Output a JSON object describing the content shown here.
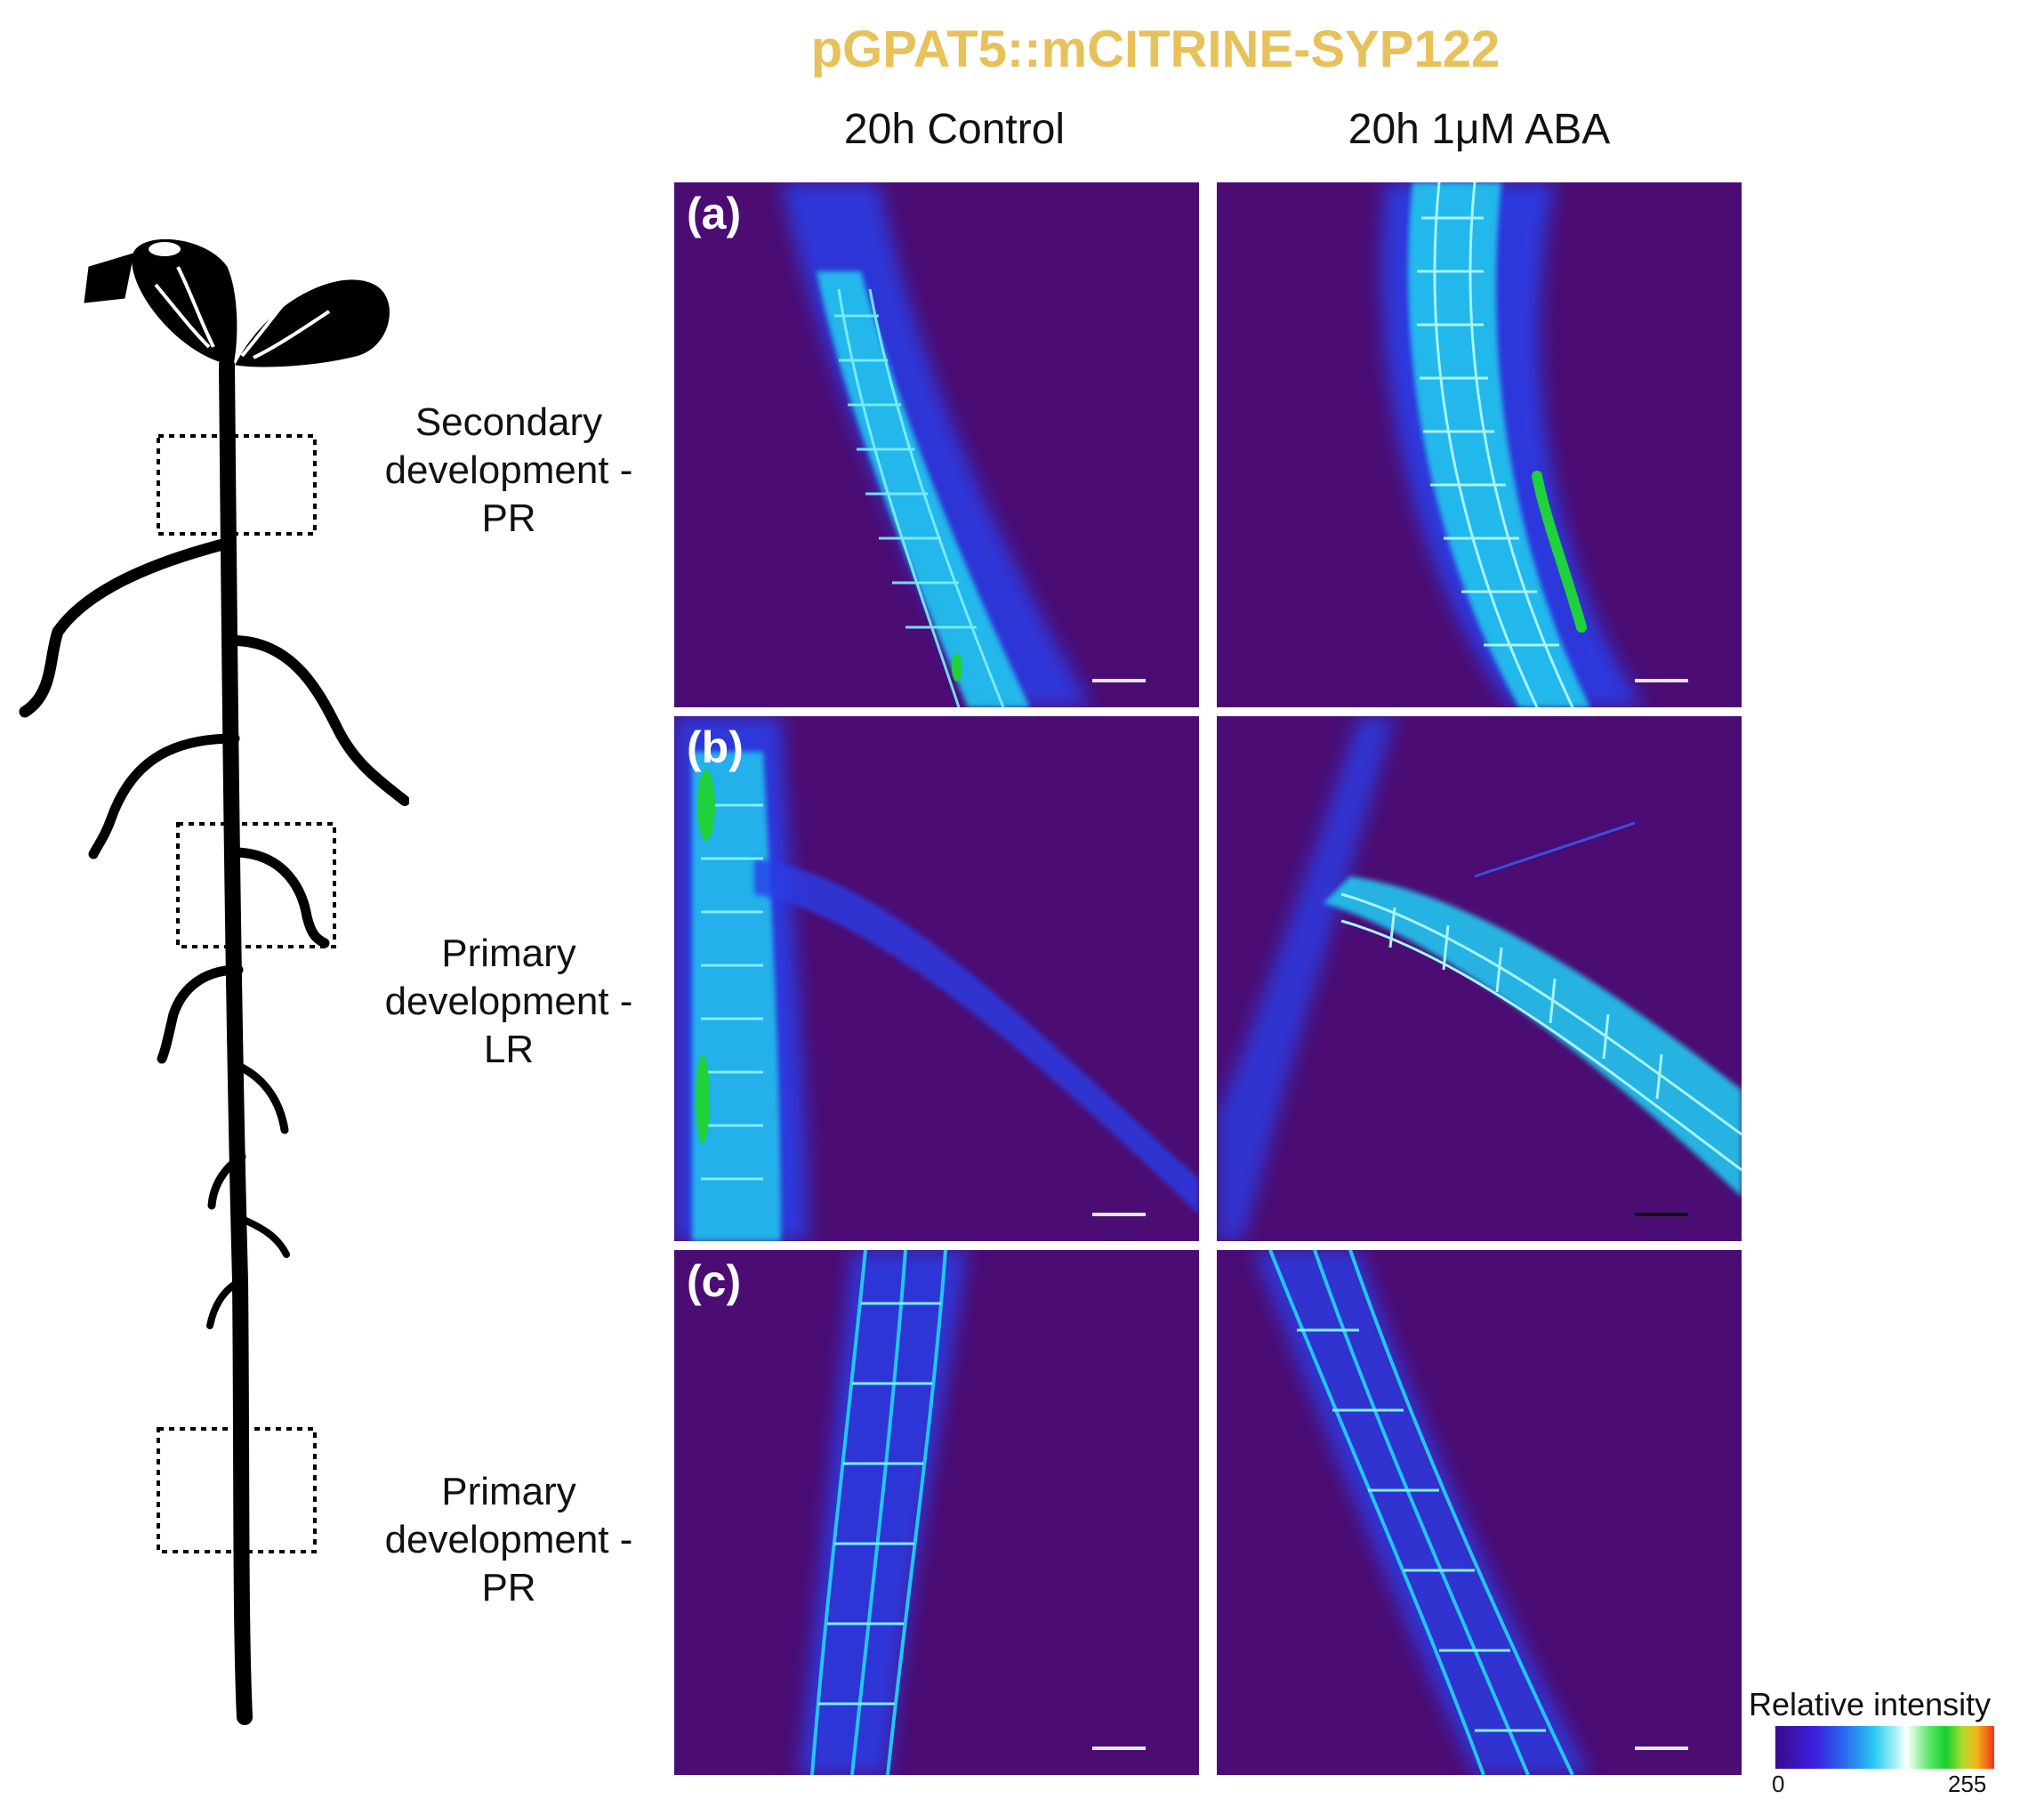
{
  "figure": {
    "title": "pGPAT5::mCITRINE-SYP122",
    "columns": [
      "20h Control",
      "20h 1μM ABA"
    ],
    "rows": [
      {
        "panel_label": "(a)",
        "label_lines": [
          "Secondary",
          "development -",
          "PR"
        ]
      },
      {
        "panel_label": "(b)",
        "label_lines": [
          "Primary",
          "development -",
          "LR"
        ]
      },
      {
        "panel_label": "(c)",
        "label_lines": [
          "Primary",
          "development -",
          "PR"
        ]
      }
    ],
    "legend": {
      "title": "Relative intensity",
      "min_label": "0",
      "max_label": "255"
    }
  },
  "colors": {
    "title": "#e7c15a",
    "panel_background": "#4b0d74",
    "signal_low": "#2a3ce8",
    "signal_mid": "#22c6ee",
    "signal_high": "#1fd13a"
  },
  "illustration": "arabidopsis-seedling-silhouette"
}
